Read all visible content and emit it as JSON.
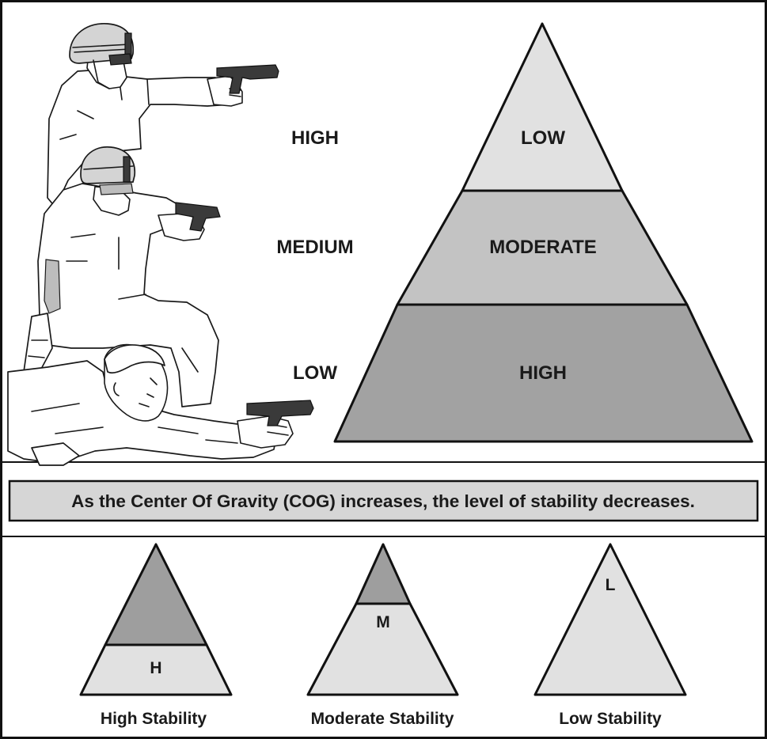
{
  "height_labels": {
    "high": "HIGH",
    "medium": "MEDIUM",
    "low": "LOW"
  },
  "pyramid": {
    "top_label": "LOW",
    "middle_label": "MODERATE",
    "bottom_label": "HIGH",
    "colors": {
      "top": "#e1e1e1",
      "middle": "#c3c3c3",
      "bottom": "#a2a2a2"
    }
  },
  "banner": {
    "text": "As the Center Of Gravity (COG) increases, the level of stability decreases.",
    "color": "#d6d6d6"
  },
  "small_triangles": [
    {
      "letter": "H",
      "caption": "High Stability"
    },
    {
      "letter": "M",
      "caption": "Moderate Stability"
    },
    {
      "letter": "L",
      "caption": "Low Stability"
    }
  ],
  "colors": {
    "light_fill": "#e1e1e1",
    "dark_fill": "#9e9e9e",
    "ink": "#111111"
  }
}
